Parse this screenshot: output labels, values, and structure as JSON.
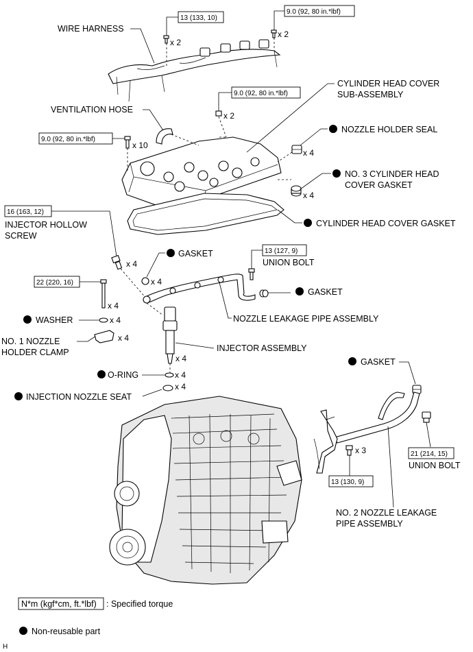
{
  "labels": {
    "wire_harness": "WIRE HARNESS",
    "cylinder_head_cover_1": "CYLINDER HEAD COVER",
    "cylinder_head_cover_2": "SUB-ASSEMBLY",
    "ventilation_hose": "VENTILATION HOSE",
    "nozzle_holder_seal": "NOZZLE HOLDER SEAL",
    "no3_gasket_1": "NO. 3 CYLINDER HEAD",
    "no3_gasket_2": "COVER GASKET",
    "cover_gasket": "CYLINDER HEAD COVER GASKET",
    "injector_hollow_screw_1": "INJECTOR HOLLOW",
    "injector_hollow_screw_2": "SCREW",
    "gasket_a": "GASKET",
    "union_bolt_a": "UNION BOLT",
    "gasket_b": "GASKET",
    "washer": "WASHER",
    "nozzle_leakage_pipe": "NOZZLE LEAKAGE PIPE ASSEMBLY",
    "no1_clamp_1": "NO. 1 NOZZLE",
    "no1_clamp_2": "HOLDER CLAMP",
    "injector_assembly": "INJECTOR ASSEMBLY",
    "o_ring": "O-RING",
    "injection_nozzle_seat": "INJECTION NOZZLE SEAT",
    "gasket_c": "GASKET",
    "union_bolt_b": "UNION BOLT",
    "no2_pipe_1": "NO. 2 NOZZLE LEAKAGE",
    "no2_pipe_2": "PIPE ASSEMBLY"
  },
  "torques": {
    "t_wire_left": "13 (133, 10)",
    "t_wire_right": "9.0 (92, 80 in.*lbf)",
    "t_cover_nut": "9.0 (92, 80 in.*lbf)",
    "t_cover_bolt": "9.0 (92, 80 in.*lbf)",
    "t_hollow_screw": "16 (163, 12)",
    "t_union_bolt_a": "13 (127, 9)",
    "t_clamp_bolt": "22 (220, 16)",
    "t_union_bolt_b": "21 (214, 15)",
    "t_no2_bolt": "13 (130, 9)"
  },
  "quantities": {
    "q_wire_left": "x 2",
    "q_wire_right": "x 2",
    "q_cover_nut": "x 2",
    "q_cover_bolt": "x 10",
    "q_nozzle_seal": "x 4",
    "q_no3_gasket": "x 4",
    "q_hollow_screw": "x 4",
    "q_gasket_a": "x 4",
    "q_clamp_bolt": "x 4",
    "q_washer": "x 4",
    "q_clamp": "x 4",
    "q_injector": "x 4",
    "q_o_ring": "x 4",
    "q_nozzle_seat": "x 4",
    "q_no2_bolt": "x 3"
  },
  "legend": {
    "torque_box": "N*m (kgf*cm, ft.*lbf)",
    "torque_text": ": Specified torque",
    "non_reusable": "Non-reusable part"
  },
  "figure_code": "H"
}
